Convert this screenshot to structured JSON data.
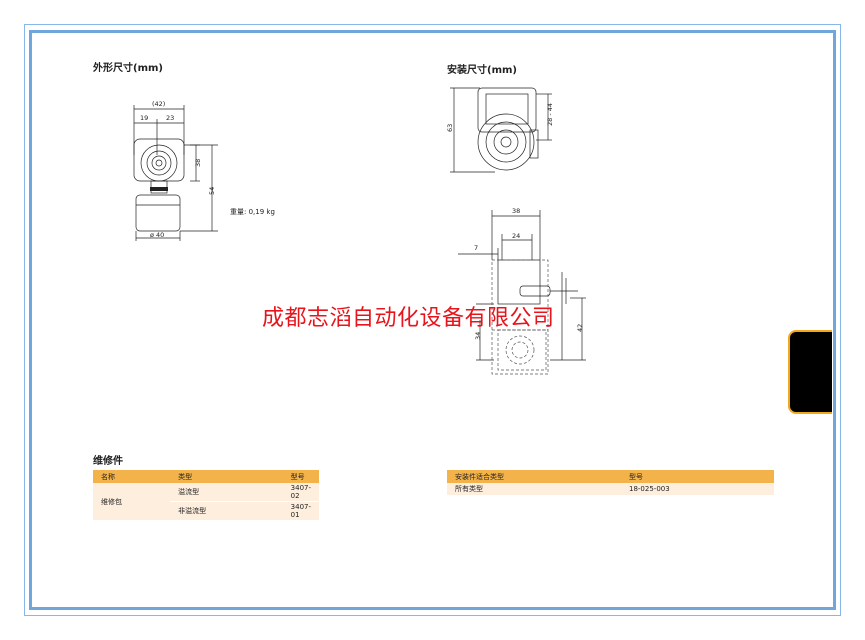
{
  "left_section": {
    "title": "外形尺寸(mm)",
    "dims": {
      "overall_width": "(42)",
      "left_half": "19",
      "right_half": "23",
      "upper_height": "38",
      "total_height": "54",
      "diameter": "ø 40"
    },
    "weight_note": "重量: 0,19 kg"
  },
  "right_section": {
    "title": "安装尺寸(mm)",
    "top_dims": {
      "height": "63",
      "range": "28 - 44"
    },
    "bottom_dims": {
      "width": "38",
      "inner": "24",
      "offset": "7",
      "height": "34",
      "right_height": "42"
    }
  },
  "watermark": "成都志滔自动化设备有限公司",
  "maintenance": {
    "title": "维修件",
    "table": {
      "headers": [
        "名称",
        "类型",
        "型号"
      ],
      "name": "维修包",
      "rows": [
        {
          "type": "溢流型",
          "model": "3407-02"
        },
        {
          "type": "非溢流型",
          "model": "3407-01"
        }
      ]
    }
  },
  "install_table": {
    "headers": [
      "安装件适合类型",
      "型号"
    ],
    "rows": [
      {
        "type": "所有类型",
        "model": "18-025-003"
      }
    ]
  },
  "colors": {
    "frame": "#6fa6dc",
    "table_header": "#f4b34a",
    "table_row": "#fdeedd",
    "watermark": "#e8141b",
    "tab_border": "#f0a81c"
  }
}
